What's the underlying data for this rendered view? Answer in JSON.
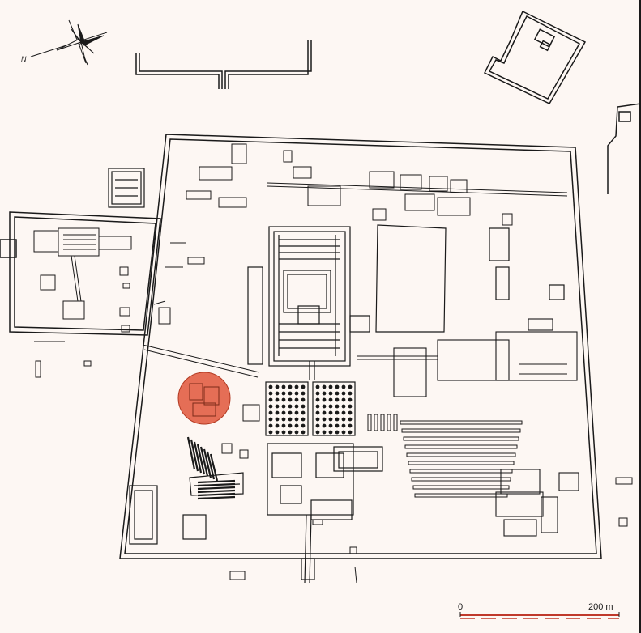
{
  "map": {
    "north_label": "N",
    "scale": {
      "start_label": "0",
      "end_label": "200 m",
      "color": "#c0392b"
    },
    "highlight": {
      "color": "#e0563a"
    }
  }
}
